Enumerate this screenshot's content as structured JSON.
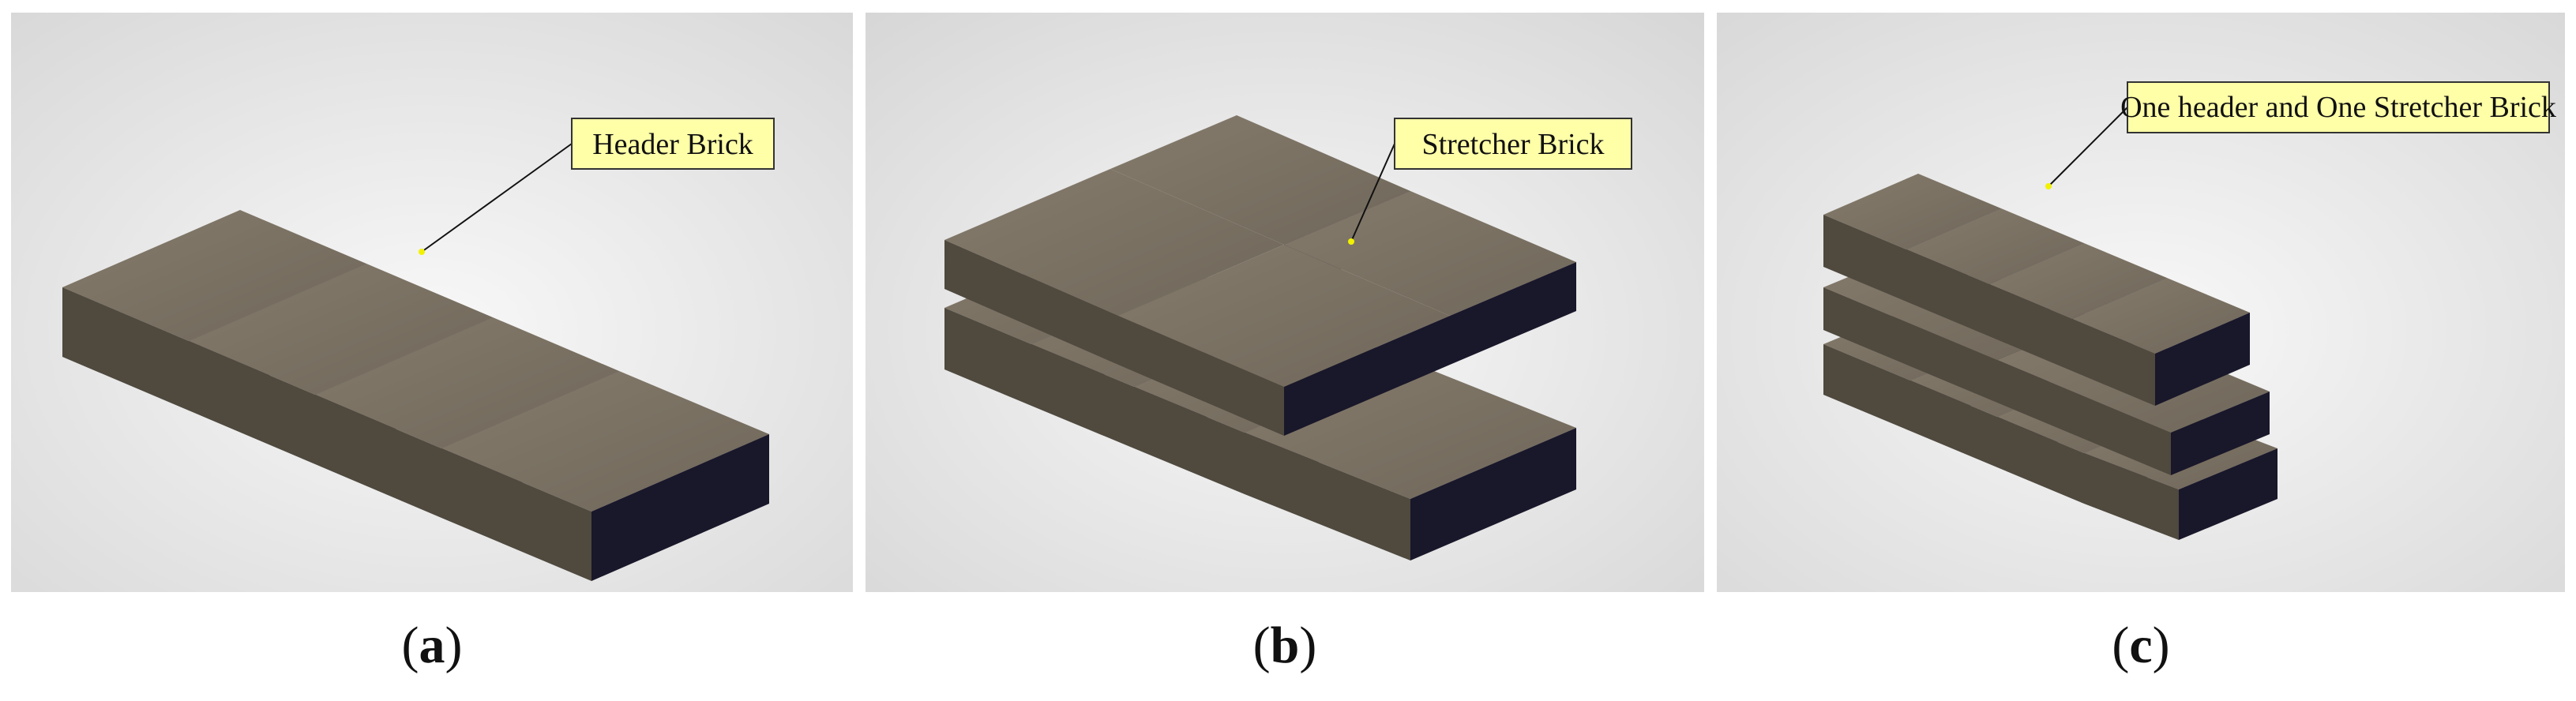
{
  "colors": {
    "brick_top": "#7d7466",
    "brick_side": "#4f493e",
    "brick_shadow": "#19172a",
    "callout_fill": "#ffffa8",
    "background": "#f2f2f2"
  },
  "panels": [
    {
      "callout": "Header Brick",
      "caption_open": "(",
      "caption_letter": "a",
      "caption_close": ")"
    },
    {
      "callout": "Stretcher Brick",
      "caption_open": "(",
      "caption_letter": "b",
      "caption_close": ")"
    },
    {
      "callout": "One header and One Stretcher Brick",
      "caption_open": "(",
      "caption_letter": "c",
      "caption_close": ")"
    }
  ]
}
